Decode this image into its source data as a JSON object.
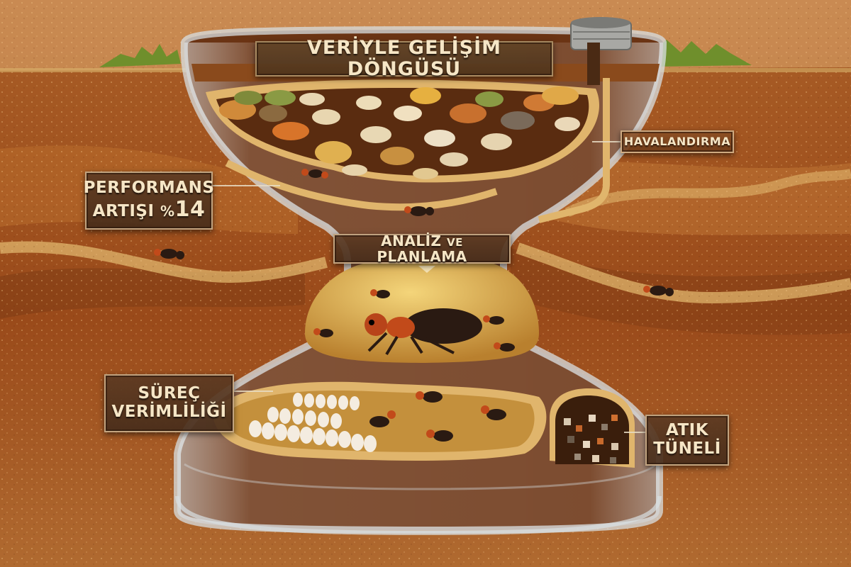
{
  "title": "VERİYLE GELİŞİM DÖNGÜSÜ",
  "labels": {
    "performance": {
      "line1": "PERFORMANS",
      "line2_text": "ARTIŞI",
      "line2_pct": "%",
      "line2_value": "14"
    },
    "analysis": {
      "word1": "ANALİZ",
      "word2": "VE",
      "word3": "PLANLAMA"
    },
    "ventilation": "HAVALANDIRMA",
    "process": {
      "line1": "SÜREÇ",
      "line2": "VERİMLİLİĞİ"
    },
    "waste": {
      "line1": "ATIK",
      "line2": "TÜNELİ"
    }
  },
  "colors": {
    "soil_light": "#c98a44",
    "soil_dark": "#8a4418",
    "sand": "#e0b56c",
    "glass": "#cfd6d8",
    "label_bg": "#5c3a22",
    "label_text": "#f6e6c6",
    "grass": "#6f8f2c",
    "ant_body": "#2a1a12",
    "ant_accent": "#c24a1a"
  }
}
